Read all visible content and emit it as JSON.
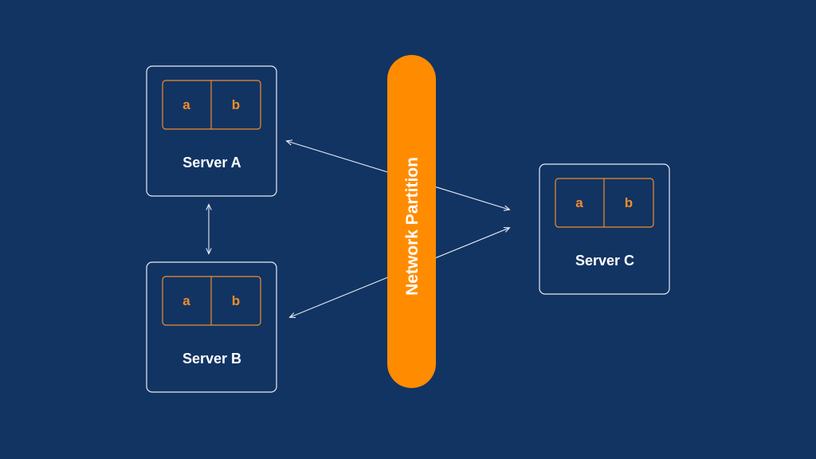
{
  "colors": {
    "background": "#123463",
    "server_border": "#e8ecf2",
    "partition_accent": "#f28c28",
    "barrier": "#ff8c00",
    "text_light": "#ffffff"
  },
  "barrier": {
    "label": "Network Partition"
  },
  "servers": {
    "a": {
      "label": "Server A",
      "part1": "a",
      "part2": "b"
    },
    "b": {
      "label": "Server B",
      "part1": "a",
      "part2": "b"
    },
    "c": {
      "label": "Server C",
      "part1": "a",
      "part2": "b"
    }
  },
  "connections": [
    {
      "from": "Server A",
      "to": "Server B",
      "direction": "bidirectional"
    },
    {
      "from": "Server A",
      "to": "Server C",
      "direction": "bidirectional"
    },
    {
      "from": "Server B",
      "to": "Server C",
      "direction": "bidirectional"
    }
  ]
}
